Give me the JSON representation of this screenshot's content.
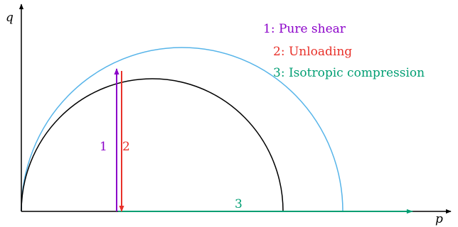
{
  "axes": {
    "x_label": "p",
    "y_label": "q"
  },
  "legend": {
    "items": [
      {
        "text": "1: Pure shear",
        "color": "#8B00C9"
      },
      {
        "text": "2: Unloading",
        "color": "#E8312A"
      },
      {
        "text": "3: Isotropic compression",
        "color": "#009E73"
      }
    ]
  },
  "paths": {
    "path_1_label": "1",
    "path_2_label": "2",
    "path_3_label": "3"
  },
  "colors": {
    "axis": "#000000",
    "inner_curve": "#000000",
    "outer_curve": "#56B4E9",
    "path_1": "#8B00C9",
    "path_2": "#E8312A",
    "path_3": "#009E73"
  }
}
